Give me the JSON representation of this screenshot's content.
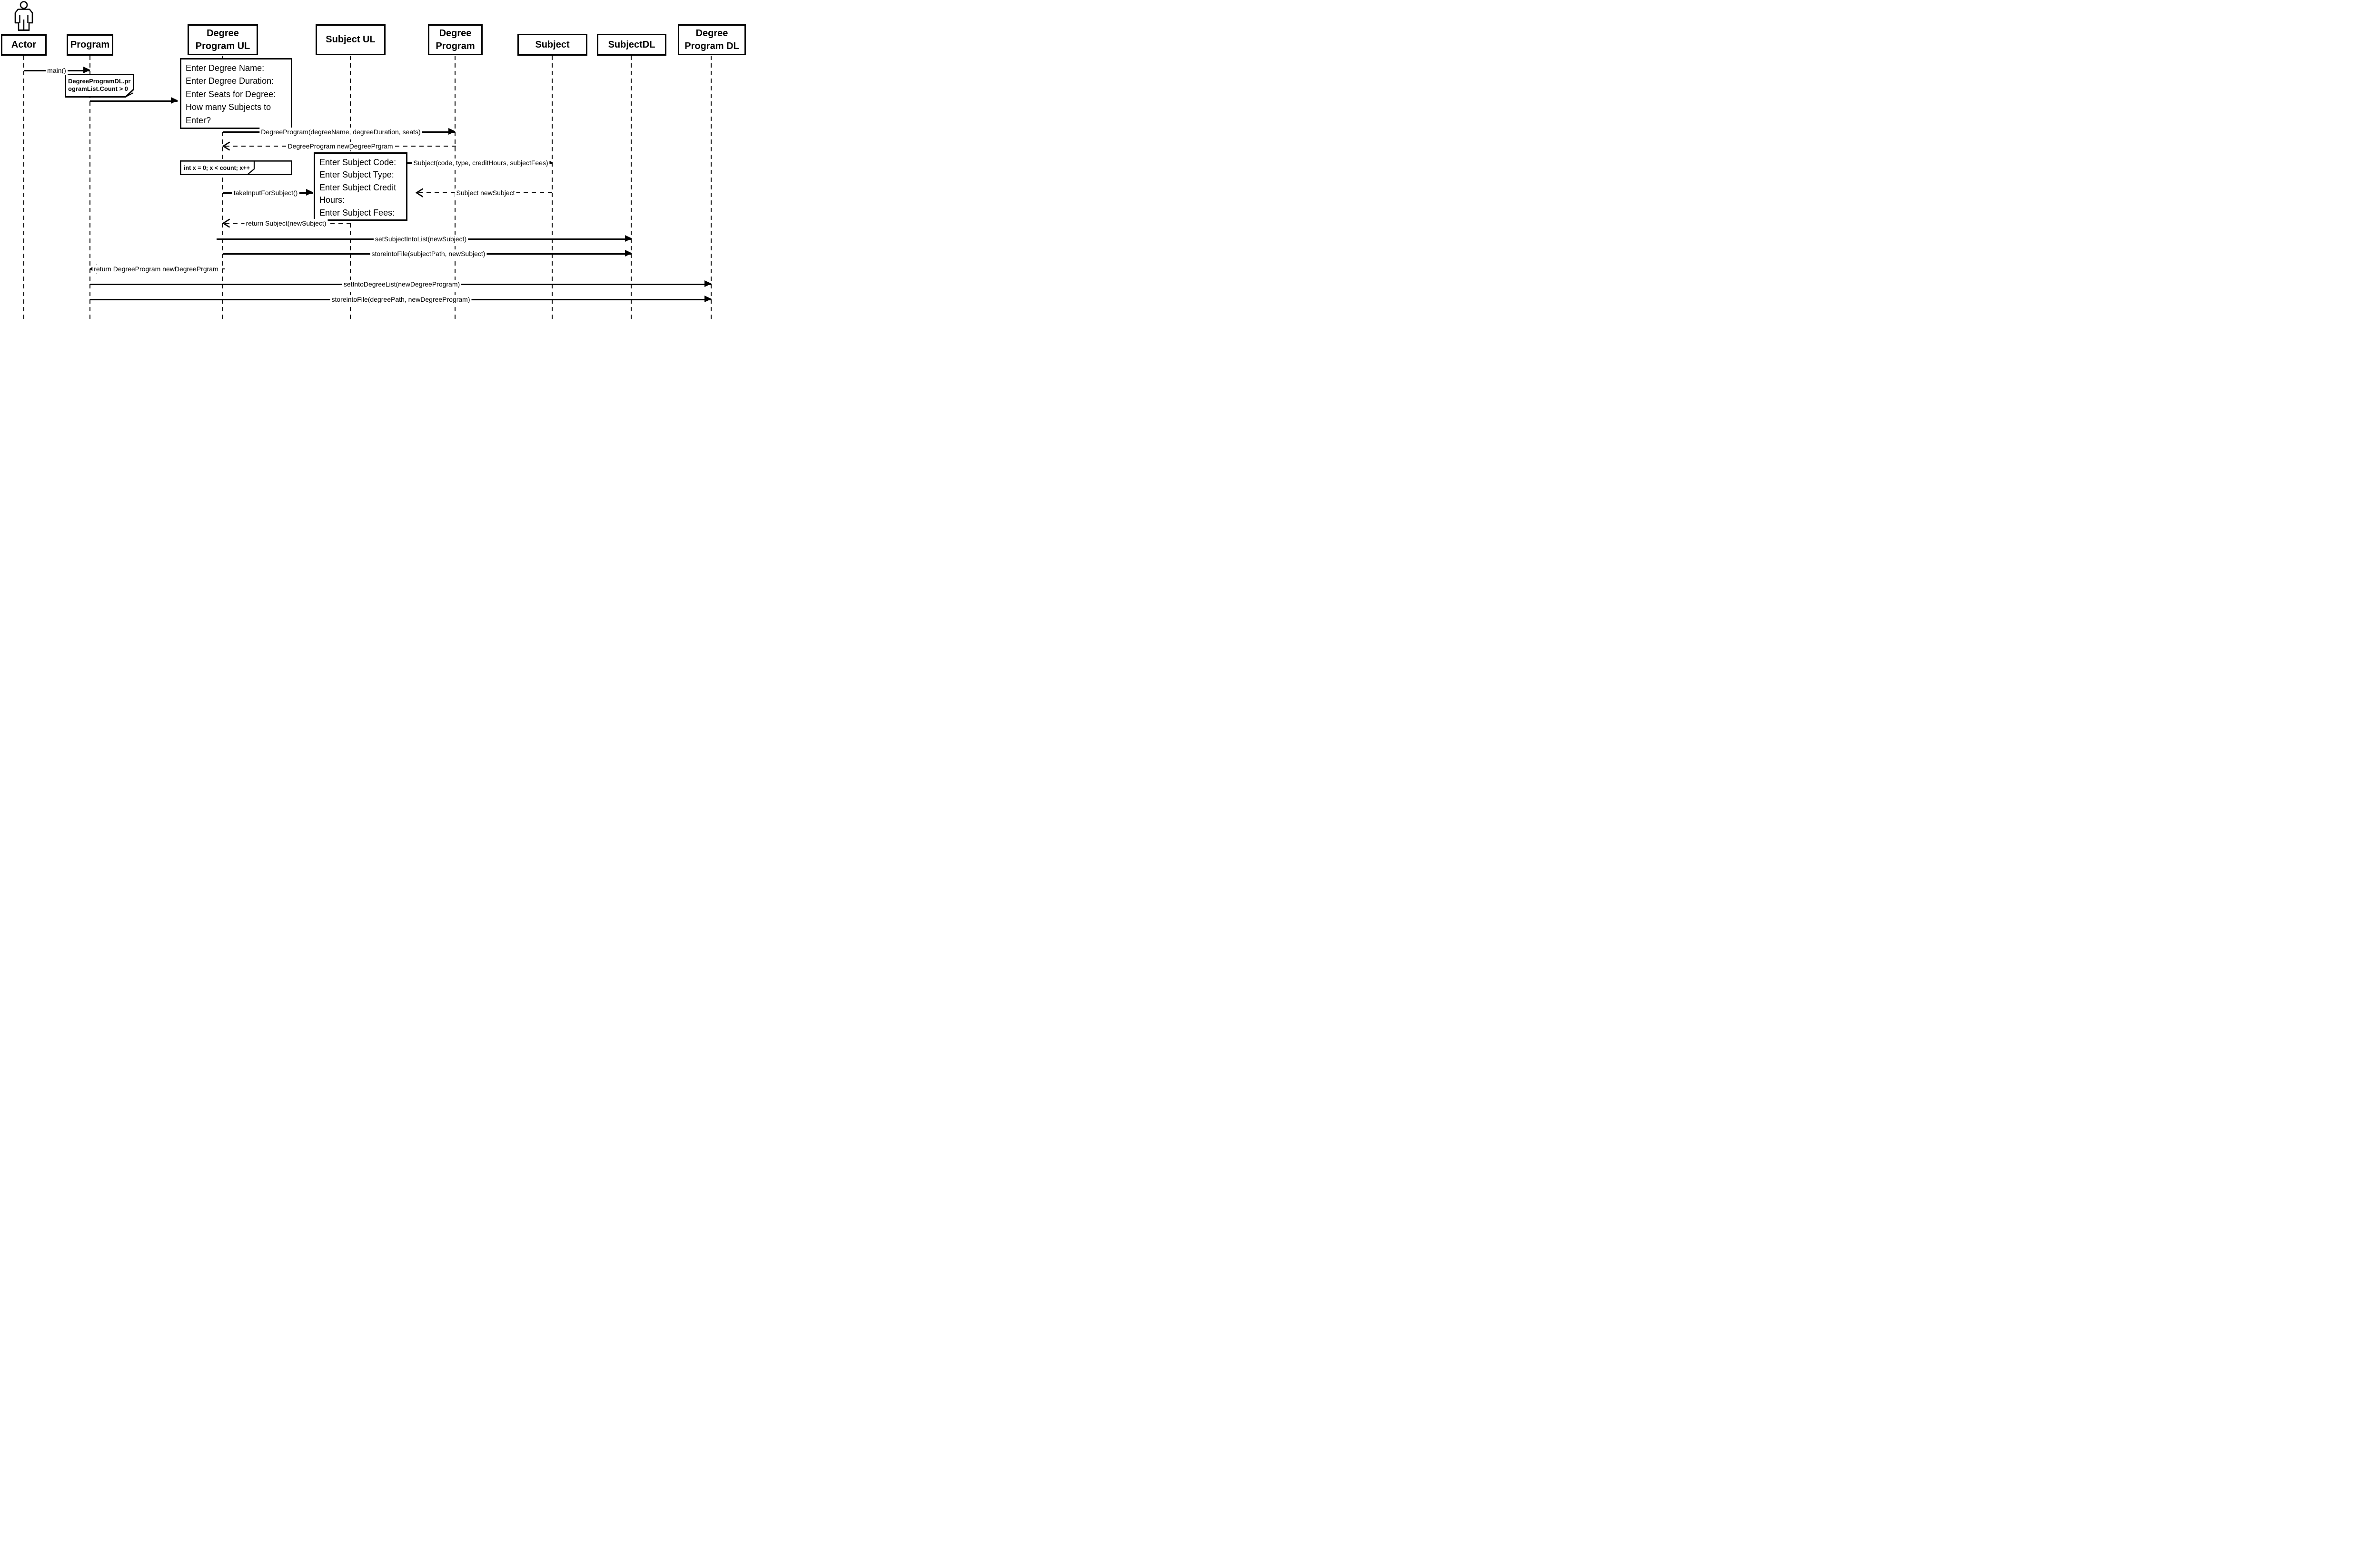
{
  "colors": {
    "ink": "#000000",
    "background": "#ffffff"
  },
  "participants": [
    {
      "name": "Actor",
      "lines": [
        "Actor"
      ]
    },
    {
      "name": "Program",
      "lines": [
        "Program"
      ]
    },
    {
      "name": "Degree Program UL",
      "lines": [
        "Degree",
        "Program UL"
      ]
    },
    {
      "name": "Subject UL",
      "lines": [
        "Subject UL"
      ]
    },
    {
      "name": "Degree Program",
      "lines": [
        "Degree",
        "Program"
      ]
    },
    {
      "name": "Subject",
      "lines": [
        "Subject"
      ]
    },
    {
      "name": "SubjectDL",
      "lines": [
        "SubjectDL"
      ]
    },
    {
      "name": "Degree Program DL",
      "lines": [
        "Degree",
        "Program DL"
      ]
    }
  ],
  "note": {
    "lines": [
      "DegreeProgramDL.pr",
      "ogramList.Count > 0"
    ]
  },
  "loop": {
    "label": "int x = 0; x < count; x++"
  },
  "ui_boxes": [
    {
      "lines": [
        "Enter Degree Name:",
        "Enter Degree Duration:",
        "Enter Seats for Degree:",
        "How many Subjects to",
        "Enter?"
      ]
    },
    {
      "lines": [
        "Enter Subject Code:",
        "Enter Subject Type:",
        "Enter Subject Credit",
        "Hours:",
        "Enter Subject Fees:"
      ]
    }
  ],
  "messages": {
    "main": "main()",
    "create_degree_program": "DegreeProgram(degreeName, degreeDuration, seats)",
    "return_new_degree_program": "DegreeProgram newDegreePrgram",
    "create_subject": "Subject(code, type, creditHours, subjectFees)",
    "take_input_for_subject": "takeInputForSubject()",
    "return_new_subject": "Subject newSubject",
    "return_subject": "return Subject(newSubject)",
    "set_subject_into_list": "setSubjectIntoList(newSubject)",
    "store_into_file_subject": "storeintoFile(subjectPath, newSubject)",
    "return_degree_program": "return DegreeProgram newDegreePrgram",
    "set_into_degree_list": "setIntoDegreeList(newDegreeProgram)",
    "store_into_file_degree": "storeintoFile(degreePath, newDegreeProgram)"
  }
}
